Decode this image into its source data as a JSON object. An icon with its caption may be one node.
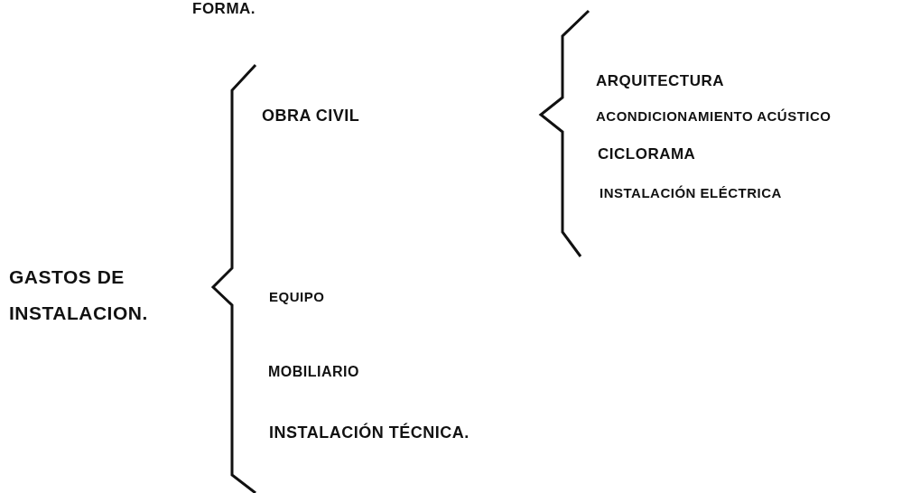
{
  "diagram": {
    "labels": [
      "FORMA.",
      "ARQUITECTURA",
      "OBRA CIVIL",
      "ACONDICIONAMIENTO ACÚSTICO",
      "CICLORAMA",
      "INSTALACIÓN ELÉCTRICA",
      "GASTOS DE INSTALACION.",
      "EQUIPO",
      "MOBILIARIO",
      "INSTALACIÓN TÉCNICA."
    ]
  }
}
